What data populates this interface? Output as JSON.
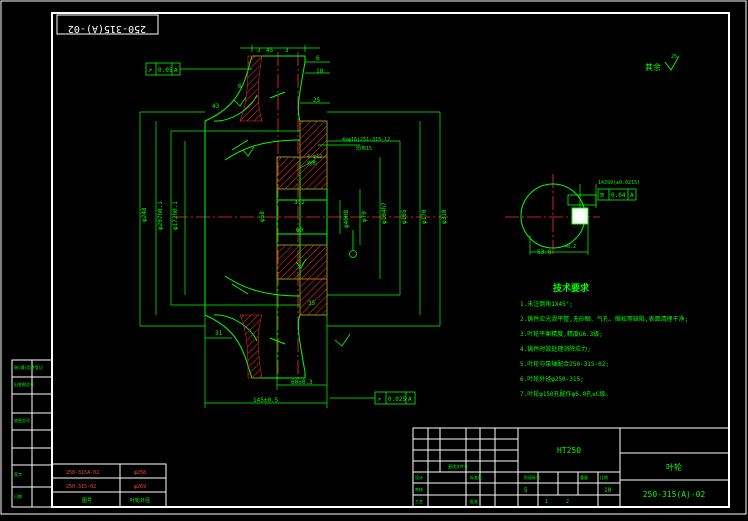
{
  "drawing": {
    "code_stamp_top": "250-315(A)-02",
    "part_name": "叶轮",
    "drawing_number": "250-315(A)-02",
    "material": "HT250",
    "roughness_note": "其余",
    "roughness_value": "25",
    "scale": "5",
    "sheet": "10",
    "sheet_index": "1",
    "sheet_total": "2"
  },
  "tech_requirements": {
    "title": "技术要求",
    "items": [
      "1.未注倒角1X45°;",
      "2.铸件应光滑平整,无砂眼、气孔、缩松等缺陷,表面清理干净;",
      "3.叶轮平衡精度,精度G6.3级;",
      "4.铸件时效处理消除应力;",
      "5.叶轮与泵轴配合250-315-02;",
      "6.叶轮外径φ250-315;",
      "7.叶轮φ150孔配作φ6.0孔≥C级。"
    ]
  },
  "tolerance_frames": {
    "top_left": {
      "symbol": "↗",
      "value": "0.05",
      "datum": "A"
    },
    "bottom": {
      "symbol": "↗",
      "value": "0.025",
      "datum": "A"
    },
    "keyway": {
      "symbol": "≡",
      "value": "0.04",
      "datum": "A"
    }
  },
  "dimensions": {
    "top_width_a": "3",
    "top_width_b": "45",
    "top_width_c": "3",
    "right_6": "6",
    "right_10": "10",
    "dim_25": "25",
    "left_6": "6",
    "left_43": "43",
    "hub_note": "4xφ16(251-315-12",
    "hub_note_sub": "均布15",
    "hub_note2": "4-φ12",
    "hub_note2_sub": "均布",
    "r_32": "3.2",
    "dim_8": "8",
    "dim_60": "60",
    "dim_31": "31",
    "dim_35": "35",
    "dim_12": "12",
    "phi_left_outer": "φ248",
    "phi_left_2": "φ207h0.1",
    "phi_left_3": "φ172h0.1",
    "phi_hub": "φ58",
    "phi_bore": "φ40H8",
    "phi_right_1": "φ70",
    "phi_right_2": "φ104h7",
    "phi_right_3": "φ165",
    "phi_right_4": "φ170",
    "phi_right_outer": "φ310",
    "hub_len": "60±0.3",
    "overall_len": "145±0.5",
    "keyway_width": "53.8",
    "keyway_tol": "+0.2",
    "keyway_frame": "14JS9(±0.0215)"
  },
  "title_block": {
    "row_labels": [
      "标记",
      "处数",
      "分区",
      "更改文件号",
      "签名",
      "年月日"
    ],
    "design_labels": [
      "设计",
      "标准化",
      "审核",
      "工艺",
      "批准"
    ],
    "stage_label": "阶段标记",
    "weight_label": "重量",
    "scale_label": "比例"
  },
  "revision_table": {
    "rows": [
      {
        "code": "250-315A-02",
        "qty": "φ258"
      },
      {
        "code": "250-315-02",
        "qty": "φ269"
      }
    ],
    "header_code": "图号",
    "header_qty": "叶轮外径"
  },
  "left_panel": {
    "labels": [
      "借(通)用件登记",
      "旧底图总号",
      "底图总号",
      "签字",
      "日期"
    ]
  }
}
